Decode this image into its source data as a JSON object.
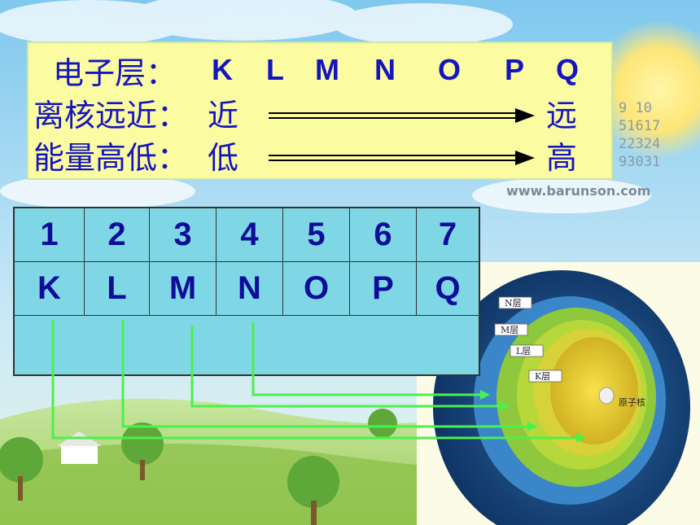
{
  "info": {
    "row1_label": "电子层：",
    "row1_letters": [
      "K",
      "L",
      "M",
      "N",
      "O",
      "P",
      "Q"
    ],
    "row2_label": "离核远近：",
    "row2_start": "近",
    "row2_end": "远",
    "row3_label": "能量高低：",
    "row3_start": "低",
    "row3_end": "高"
  },
  "table": {
    "numbers": [
      "1",
      "2",
      "3",
      "4",
      "5",
      "6",
      "7"
    ],
    "letters": [
      "K",
      "L",
      "M",
      "N",
      "O",
      "P",
      "Q"
    ]
  },
  "atom": {
    "labels": [
      "N层",
      "M层",
      "L层",
      "K层"
    ],
    "nucleus": "原子核"
  },
  "background": {
    "website": "www.barunson.com",
    "numbers": [
      "9  10",
      "51617",
      "22324",
      "93031"
    ]
  },
  "colors": {
    "text_blue": "#1515c0",
    "cell_blue": "#0d0d9a",
    "arrow_green": "#4cf04c",
    "table_cyan": "#7fd7e6",
    "box_yellow": "#fbfba2"
  }
}
